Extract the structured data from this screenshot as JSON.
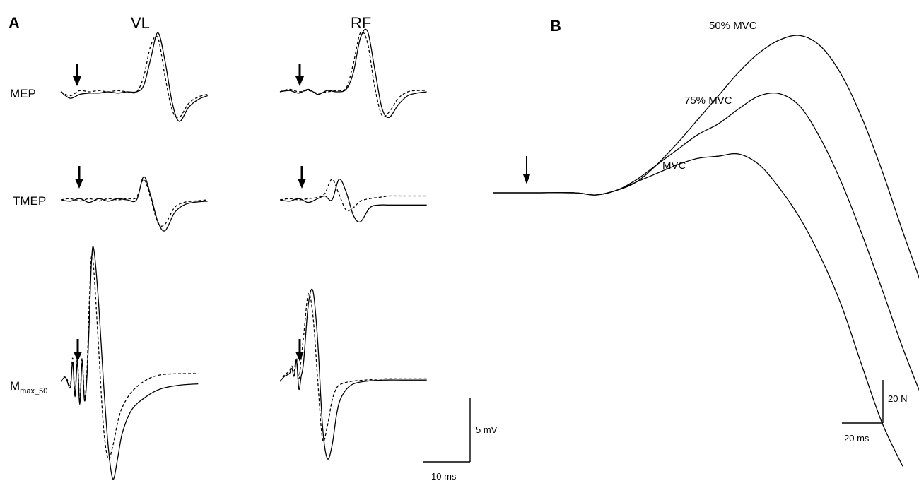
{
  "chart_data": [
    {
      "panel": "A",
      "type": "line",
      "columns": [
        "VL",
        "RF"
      ],
      "rows": [
        {
          "label": "MEP",
          "sub": ""
        },
        {
          "label": "TMEP",
          "sub": ""
        },
        {
          "label": "M",
          "sub": "max_50"
        }
      ],
      "line_styles": [
        "solid",
        "dashed"
      ],
      "scale_bar": {
        "x_label": "10 ms",
        "y_label": "5 mV",
        "x": 10,
        "y": 5
      },
      "stimulus_marker": "down-arrow",
      "traces": {
        "VL": {
          "MEP": {
            "x": [
              0,
              2,
              4,
              6,
              8,
              10,
              12,
              14,
              16,
              17.5,
              19,
              20.5,
              22,
              23.5,
              25,
              27,
              29,
              31
            ],
            "solid": [
              0,
              -0.5,
              -0.2,
              -0.1,
              -0.1,
              0,
              -0.1,
              0,
              0,
              0.5,
              2.6,
              4.6,
              2.4,
              -0.8,
              -2.3,
              -1.2,
              -0.6,
              -0.3
            ],
            "dashed": [
              0,
              -0.3,
              0.1,
              0,
              0.1,
              0,
              0.1,
              0,
              0,
              1.2,
              3.6,
              4.2,
              1.2,
              -1.4,
              -2.0,
              -0.9,
              -0.4,
              -0.2
            ]
          },
          "TMEP": {
            "x": [
              0,
              2,
              4,
              6,
              8,
              10,
              12,
              14,
              16,
              17.5,
              19,
              20.5,
              22,
              24,
              26,
              28,
              31
            ],
            "solid": [
              0,
              -0.1,
              0.1,
              -0.2,
              0.1,
              -0.1,
              0.1,
              0,
              0,
              1.8,
              0.3,
              -1.7,
              -2.4,
              -1.0,
              -0.4,
              -0.2,
              -0.1
            ],
            "dashed": [
              0,
              0.1,
              -0.1,
              0.1,
              -0.1,
              0.1,
              0,
              0.1,
              0.2,
              1.6,
              0.1,
              -1.8,
              -1.9,
              -0.6,
              -0.2,
              -0.1,
              0
            ]
          },
          "Mmax": {
            "x": [
              0,
              1,
              2,
              2.5,
              3,
              3.5,
              4,
              4.5,
              5,
              5.5,
              6,
              6.5,
              7,
              8,
              9,
              10,
              11,
              12,
              13,
              15,
              18,
              21,
              25,
              29
            ],
            "solid": [
              0,
              0.3,
              -0.5,
              1.5,
              -1.2,
              1.5,
              -1.8,
              1.5,
              -1.5,
              0.2,
              4.5,
              9.5,
              10.2,
              6.0,
              0,
              -5.0,
              -7.6,
              -6.0,
              -4.0,
              -2.2,
              -1.2,
              -0.6,
              -0.3,
              -0.2
            ],
            "dashed": [
              0,
              0.4,
              -0.3,
              1.8,
              -1.0,
              1.8,
              -1.6,
              1.8,
              -1.3,
              0.6,
              6.0,
              9.8,
              8.5,
              2.5,
              -3.5,
              -6.0,
              -5.0,
              -3.2,
              -2.0,
              -0.8,
              0.1,
              0.5,
              0.6,
              0.6
            ]
          }
        },
        "RF": {
          "MEP": {
            "x": [
              0,
              2,
              4,
              6,
              8,
              10,
              12,
              14,
              15.5,
              17,
              18.5,
              20,
              21.5,
              23,
              25,
              27,
              29,
              31
            ],
            "solid": [
              0,
              0.1,
              -0.1,
              0.2,
              -0.2,
              0.1,
              0,
              0.2,
              1.5,
              4.2,
              4.7,
              1.8,
              -1.2,
              -2.0,
              -1.0,
              -0.3,
              -0.1,
              0
            ],
            "dashed": [
              0,
              0.2,
              0,
              0.1,
              -0.1,
              0,
              0.1,
              0.3,
              2.2,
              4.6,
              3.8,
              0.4,
              -1.8,
              -1.6,
              -0.5,
              0,
              0.1,
              0.1
            ]
          },
          "TMEP": {
            "x": [
              0,
              2,
              4,
              6,
              8,
              9.5,
              11,
              12.5,
              14,
              15.5,
              17,
              19,
              21,
              23,
              25,
              27,
              31
            ],
            "solid": [
              0,
              -0.1,
              0.1,
              -0.2,
              0.1,
              0.3,
              0,
              1.6,
              0.6,
              -1.2,
              -1.7,
              -0.6,
              -0.4,
              -0.4,
              -0.4,
              -0.4,
              -0.4
            ],
            "dashed": [
              0,
              0.1,
              0,
              0.1,
              0.2,
              0.5,
              1.6,
              0.4,
              -0.8,
              -0.6,
              -0.1,
              0.1,
              0.2,
              0.3,
              0.3,
              0.3,
              0.3
            ]
          },
          "Mmax": {
            "x": [
              0,
              1,
              2,
              2.5,
              3,
              3.5,
              4,
              4.5,
              5,
              6,
              7,
              8,
              9,
              10,
              11,
              12,
              13,
              15,
              18,
              22,
              26,
              31
            ],
            "solid": [
              0,
              0.4,
              0.6,
              1.0,
              0.4,
              1.6,
              -0.6,
              0.4,
              1.5,
              6.0,
              7.0,
              3.0,
              -3.5,
              -6.0,
              -5.0,
              -2.5,
              -1.2,
              -0.3,
              0,
              0.1,
              0.1,
              0.1
            ],
            "dashed": [
              0,
              0.5,
              0.8,
              1.2,
              0.8,
              1.8,
              0.2,
              1.8,
              3.5,
              6.8,
              5.0,
              0.0,
              -4.5,
              -3.5,
              -1.5,
              -0.5,
              -0.2,
              0,
              0.1,
              0.2,
              0.2,
              0.2
            ]
          }
        }
      }
    },
    {
      "panel": "B",
      "type": "line",
      "scale_bar": {
        "x_label": "20 ms",
        "y_label": "20 N",
        "x": 20,
        "y": 20
      },
      "stimulus_marker": "down-arrow",
      "x_unit": "ms",
      "y_unit": "N",
      "series": [
        {
          "name": "50% MVC",
          "x": [
            0,
            20,
            40,
            50,
            60,
            70,
            80,
            90,
            100,
            110,
            120,
            130,
            140,
            150,
            160,
            170,
            180,
            190,
            200,
            210,
            220,
            230,
            238
          ],
          "y": [
            0,
            0,
            0,
            -1,
            1,
            5,
            13,
            23,
            34,
            45,
            56,
            65,
            71,
            73,
            68,
            55,
            35,
            10,
            -18,
            -45,
            -75,
            -105,
            -127
          ]
        },
        {
          "name": "75% MVC",
          "x": [
            0,
            20,
            40,
            50,
            60,
            70,
            80,
            90,
            100,
            110,
            120,
            130,
            140,
            150,
            160,
            170,
            180,
            190,
            200,
            210,
            220,
            234
          ],
          "y": [
            0,
            0,
            0,
            -1,
            1,
            6,
            13,
            20,
            27,
            32,
            39,
            45,
            46,
            40,
            25,
            5,
            -19,
            -45,
            -72,
            -96,
            -115,
            -127
          ]
        },
        {
          "name": "MVC",
          "x": [
            0,
            20,
            40,
            50,
            60,
            70,
            80,
            90,
            100,
            110,
            120,
            130,
            140,
            150,
            160,
            170,
            180,
            190,
            200
          ],
          "y": [
            0,
            0,
            0,
            -1,
            1,
            5,
            9,
            13,
            16,
            17,
            18,
            13,
            2,
            -12,
            -30,
            -52,
            -80,
            -107,
            -127
          ]
        }
      ]
    }
  ]
}
